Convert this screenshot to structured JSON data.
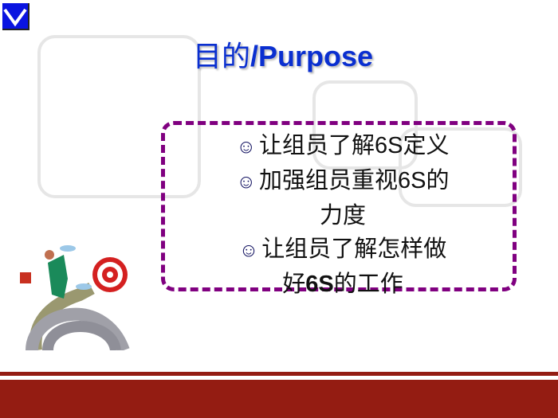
{
  "slide": {
    "title_cn": "目的",
    "title_en": "/Purpose",
    "bullet_icon": "smiley-icon",
    "bullets": [
      {
        "text": "让组员了解6S定义"
      },
      {
        "text_a": "加强组员重视6S的",
        "text_b": "力度"
      },
      {
        "text_a": "让组员了解怎样做",
        "text_b_pre": "好",
        "text_b_bold": "6S",
        "text_b_post": "的工作"
      }
    ],
    "smiley": "☺",
    "colors": {
      "title": "#0a2fd0",
      "border": "#800080",
      "band": "#941c12"
    }
  }
}
